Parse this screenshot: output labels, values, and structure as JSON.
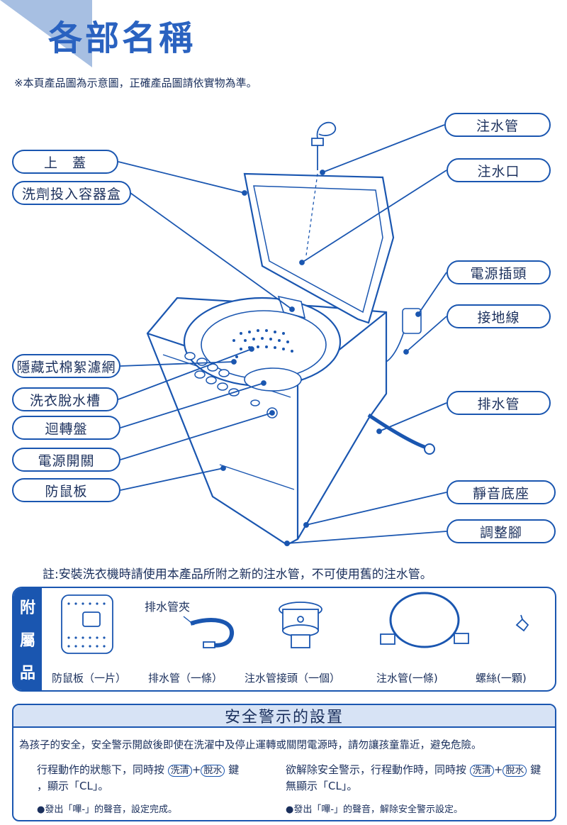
{
  "header": {
    "title": "各部名稱",
    "note": "※本頁產品圖為示意圖，正確產品圖請依實物為準。"
  },
  "parts_left": [
    {
      "label": "上　蓋"
    },
    {
      "label": "洗劑投入容器盒"
    },
    {
      "label": "隱藏式棉絮濾網"
    },
    {
      "label": "洗衣脫水槽"
    },
    {
      "label": "迴轉盤"
    },
    {
      "label": "電源開關"
    },
    {
      "label": "防鼠板"
    }
  ],
  "parts_right": [
    {
      "label": "注水管"
    },
    {
      "label": "注水口"
    },
    {
      "label": "電源插頭"
    },
    {
      "label": "接地線"
    },
    {
      "label": "排水管"
    },
    {
      "label": "靜音底座"
    },
    {
      "label": "調整腳"
    }
  ],
  "footnote": "註:安裝洗衣機時請使用本產品所附之新的注水管，不可使用舊的注水管。",
  "accessories": {
    "side_label": [
      "附",
      "屬",
      "品"
    ],
    "clamp_label": "排水管夾",
    "items": [
      {
        "label": "防鼠板（一片）"
      },
      {
        "label": "排水管（一條）"
      },
      {
        "label": "注水管接頭（一個）"
      },
      {
        "label": "注水管(一條)"
      },
      {
        "label": "螺絲(一顆)"
      }
    ]
  },
  "safety": {
    "title": "安全警示的設置",
    "intro": "為孩子的安全，安全警示開啟後即使在洗濯中及停止運轉或關閉電源時，請勿讓孩童靠近，避免危險。",
    "left": {
      "line1_a": "行程動作的狀態下，同時按",
      "btn1": "洗清",
      "plus": "+",
      "btn2": "脫水",
      "line1_b": "鍵",
      "line2": "，顯示「CL」。",
      "bullet": "●發出「嗶-」的聲音，設定完成。"
    },
    "right": {
      "line1_a": "欲解除安全警示，行程動作時，同時按",
      "btn1": "洗清",
      "plus": "+",
      "btn2": "脫水",
      "line1_b": "鍵",
      "line2": "無顯示「CL」。",
      "bullet": "●發出「嗶-」的聲音，解除安全警示設定。"
    }
  },
  "colors": {
    "accent": "#1a56b0",
    "header_triangle": "#a7bfe2",
    "title": "#2a62c0"
  }
}
